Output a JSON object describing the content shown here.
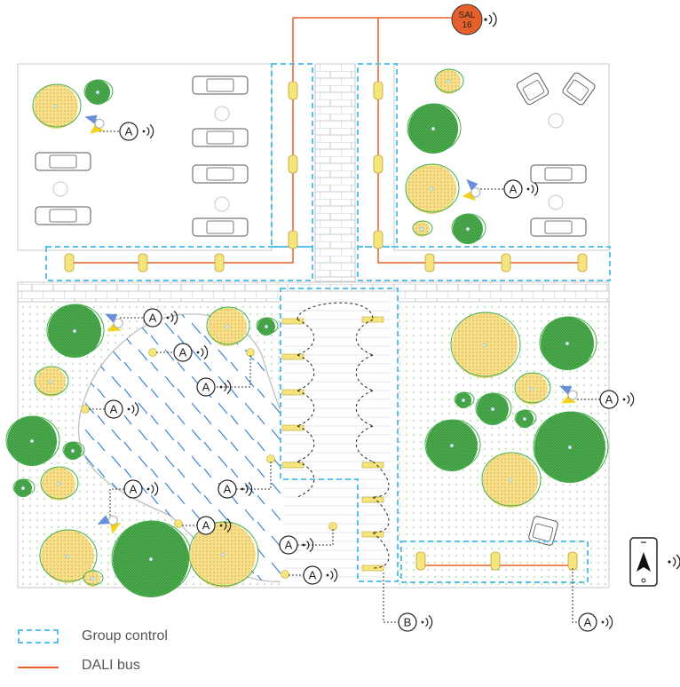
{
  "controller": {
    "label_line1": "SAL",
    "label_line2": "16"
  },
  "node_labels": {
    "a": "A",
    "b": "B"
  },
  "legend": {
    "group_control": "Group control",
    "dali_bus": "DALI bus"
  },
  "colors": {
    "group_control": "#5bc0eb",
    "dali_bus": "#e5602b",
    "luminaire": "#f6e57a",
    "tree_green": "#3fae49",
    "tree_yellow": "#f3d36b",
    "water_hatch": "#2f7fd1",
    "controller_fill": "#e5602b"
  },
  "icons": [
    "wireless-icon",
    "smartphone-icon",
    "car-icon",
    "chair-icon",
    "tree-icon",
    "bollard-icon",
    "sensor-icon"
  ]
}
